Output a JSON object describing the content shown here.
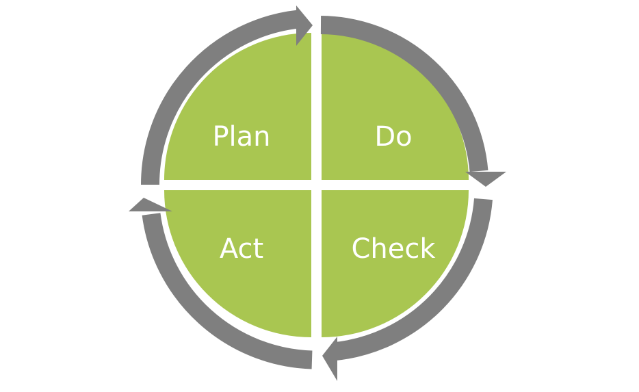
{
  "colors": {
    "quadrant_fill": "#a9c651",
    "arrow": "#7f7f7f",
    "background": "#ffffff",
    "label_text": "#ffffff"
  },
  "cycle": {
    "direction": "clockwise",
    "quadrants": [
      {
        "id": "plan",
        "label": "Plan",
        "position": "top-left"
      },
      {
        "id": "do",
        "label": "Do",
        "position": "top-right"
      },
      {
        "id": "check",
        "label": "Check",
        "position": "bottom-right"
      },
      {
        "id": "act",
        "label": "Act",
        "position": "bottom-left"
      }
    ]
  }
}
